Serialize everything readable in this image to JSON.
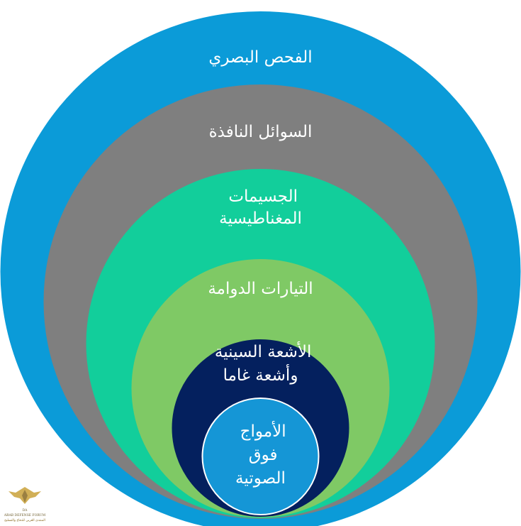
{
  "rings": [
    {
      "id": "visual-inspection",
      "color": "#0b9bd8",
      "lines": [
        "الفحص البصري"
      ]
    },
    {
      "id": "penetrant-liquids",
      "color": "#7f7f7f",
      "lines": [
        "السوائل النافذة"
      ]
    },
    {
      "id": "magnetic-particles",
      "color": "#12ce9b",
      "lines": [
        "الجسيمات",
        "المغناطيسية"
      ]
    },
    {
      "id": "eddy-currents",
      "color": "#7fc965",
      "lines": [
        "التيارات الدوامة"
      ]
    },
    {
      "id": "xray-gamma",
      "color": "#04205e",
      "lines": [
        "الأشعة السينية",
        "وأشعة غاما"
      ]
    },
    {
      "id": "ultrasonic",
      "color": "#1596d6",
      "lines": [
        "الأمواج",
        "فوق",
        "الصوتية"
      ]
    }
  ],
  "watermark": {
    "monogram": "DA",
    "name": "ARAB DEFENSE FORUM",
    "tagline": "المنتدى العربي للدفاع والتسليح"
  }
}
